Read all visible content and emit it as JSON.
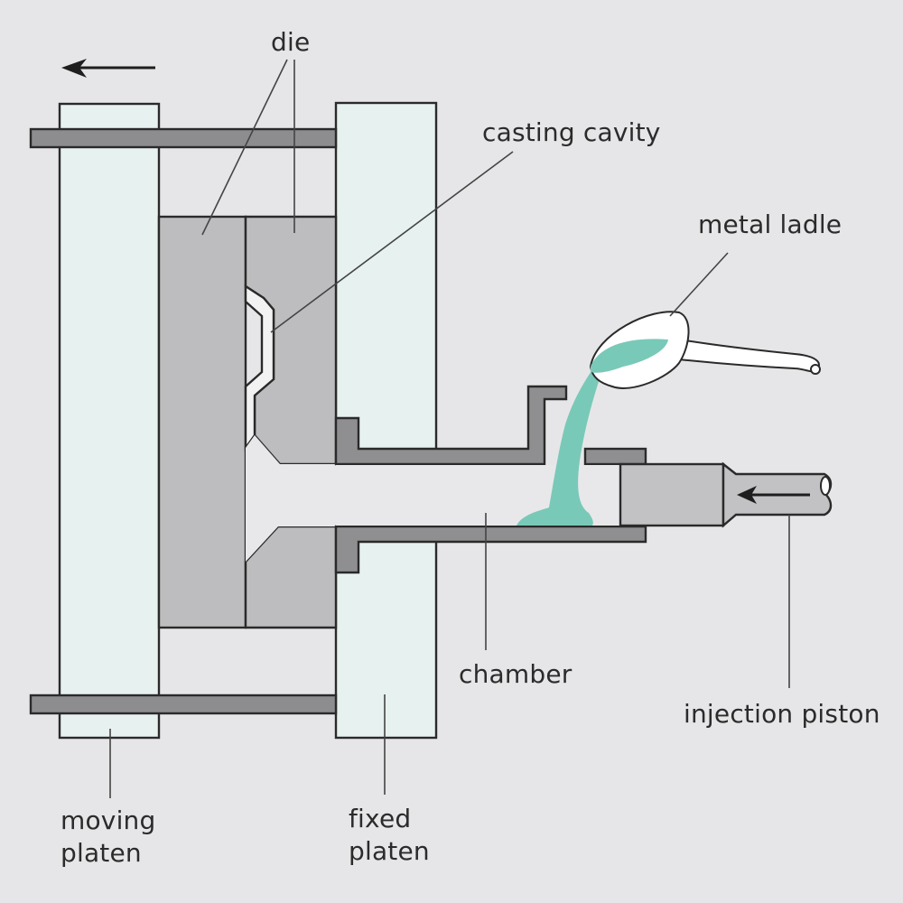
{
  "diagram": {
    "title": "Cold-chamber die casting machine",
    "colors": {
      "background": "#e6e6e8",
      "platen": "#e6f1f0",
      "die": "#bdbdbf",
      "rail": "#8d8d8f",
      "chamber_wall": "#8f8f91",
      "piston": "#c2c2c4",
      "molten_metal": "#79c9b8",
      "ladle": "#ffffff",
      "outline": "#2a2a2a"
    },
    "labels": {
      "die": "die",
      "casting_cavity": "casting cavity",
      "metal_ladle": "metal ladle",
      "chamber": "chamber",
      "injection_piston": "injection piston",
      "moving_platen_line1": "moving",
      "moving_platen_line2": "platen",
      "fixed_platen_line1": "fixed",
      "fixed_platen_line2": "platen"
    },
    "arrows": {
      "platen_motion": "left-arrow",
      "piston_motion": "left-arrow"
    }
  }
}
